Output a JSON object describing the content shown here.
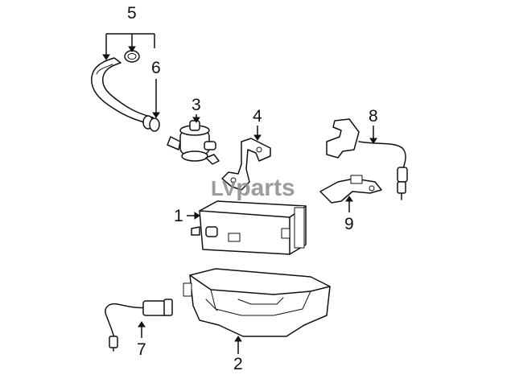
{
  "watermark": {
    "prefix": "LV",
    "text": "parts"
  },
  "callouts": {
    "c1": "1",
    "c2": "2",
    "c3": "3",
    "c4": "4",
    "c5": "5",
    "c6": "6",
    "c7": "7",
    "c8": "8",
    "c9": "9"
  }
}
